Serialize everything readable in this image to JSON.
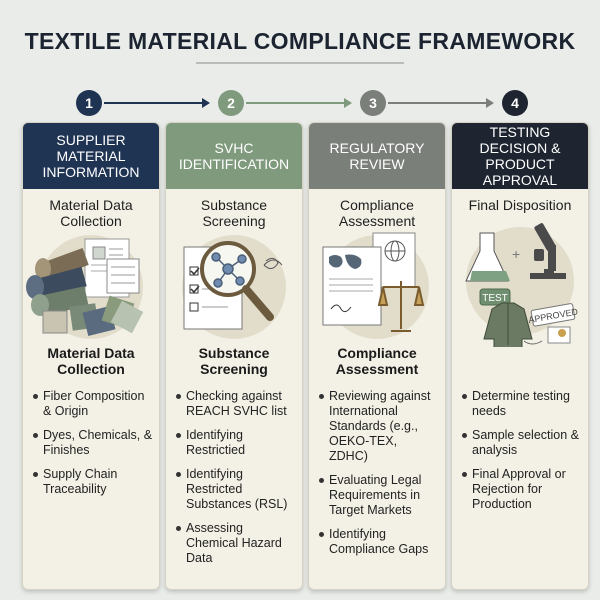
{
  "title": "TEXTILE MATERIAL COMPLIANCE FRAMEWORK",
  "colors": {
    "col1_header": "#1f3353",
    "col2_header": "#7f9a7c",
    "col3_header": "#7b7f7a",
    "col4_header": "#1e2430",
    "background": "#e9ece8",
    "column_body": "#f3f1e6"
  },
  "steps": [
    {
      "number": "1",
      "header": "SUPPLIER MATERIAL INFORMATION",
      "subtitle": "Material Data Collection",
      "label": "Material Data Collection",
      "items": [
        "Fiber Composition & Origin",
        "Dyes, Chemicals, & Finishes",
        "Supply Chain Traceability"
      ],
      "icons": [
        "fabric-rolls-icon",
        "data-sheet-icon",
        "fabric-swatches-icon"
      ]
    },
    {
      "number": "2",
      "header": "SVHC IDENTIFICATION",
      "subtitle": "Substance Screening",
      "label": "Substance Screening",
      "items": [
        "Checking against REACH SVHC list",
        "Identifying Restrictied",
        "Identifying Restricted Substances (RSL)",
        "Assessing Chemical Hazard Data"
      ],
      "icons": [
        "checklist-icon",
        "magnifying-glass-icon",
        "molecule-icon"
      ]
    },
    {
      "number": "3",
      "header": "REGULATORY REVIEW",
      "subtitle": "Compliance Assessment",
      "label": "Compliance Assessment",
      "items": [
        "Reviewing against International Standards (e.g., OEKO-TEX, ZDHC)",
        "Evaluating Legal Requirements in Target Markets",
        "Identifying Compliance Gaps"
      ],
      "icons": [
        "world-map-document-icon",
        "globe-icon",
        "scales-of-justice-icon"
      ]
    },
    {
      "number": "4",
      "header": "TESTING DECISION & PRODUCT APPROVAL",
      "subtitle": "Final Disposition",
      "label": "",
      "items": [
        "Determine testing needs",
        "Sample selection & analysis",
        "Final Approval or Rejection for Production"
      ],
      "icons": [
        "flask-icon",
        "microscope-icon",
        "garment-icon"
      ],
      "badges": {
        "test": "TEST",
        "approved": "APPROVED"
      }
    }
  ]
}
